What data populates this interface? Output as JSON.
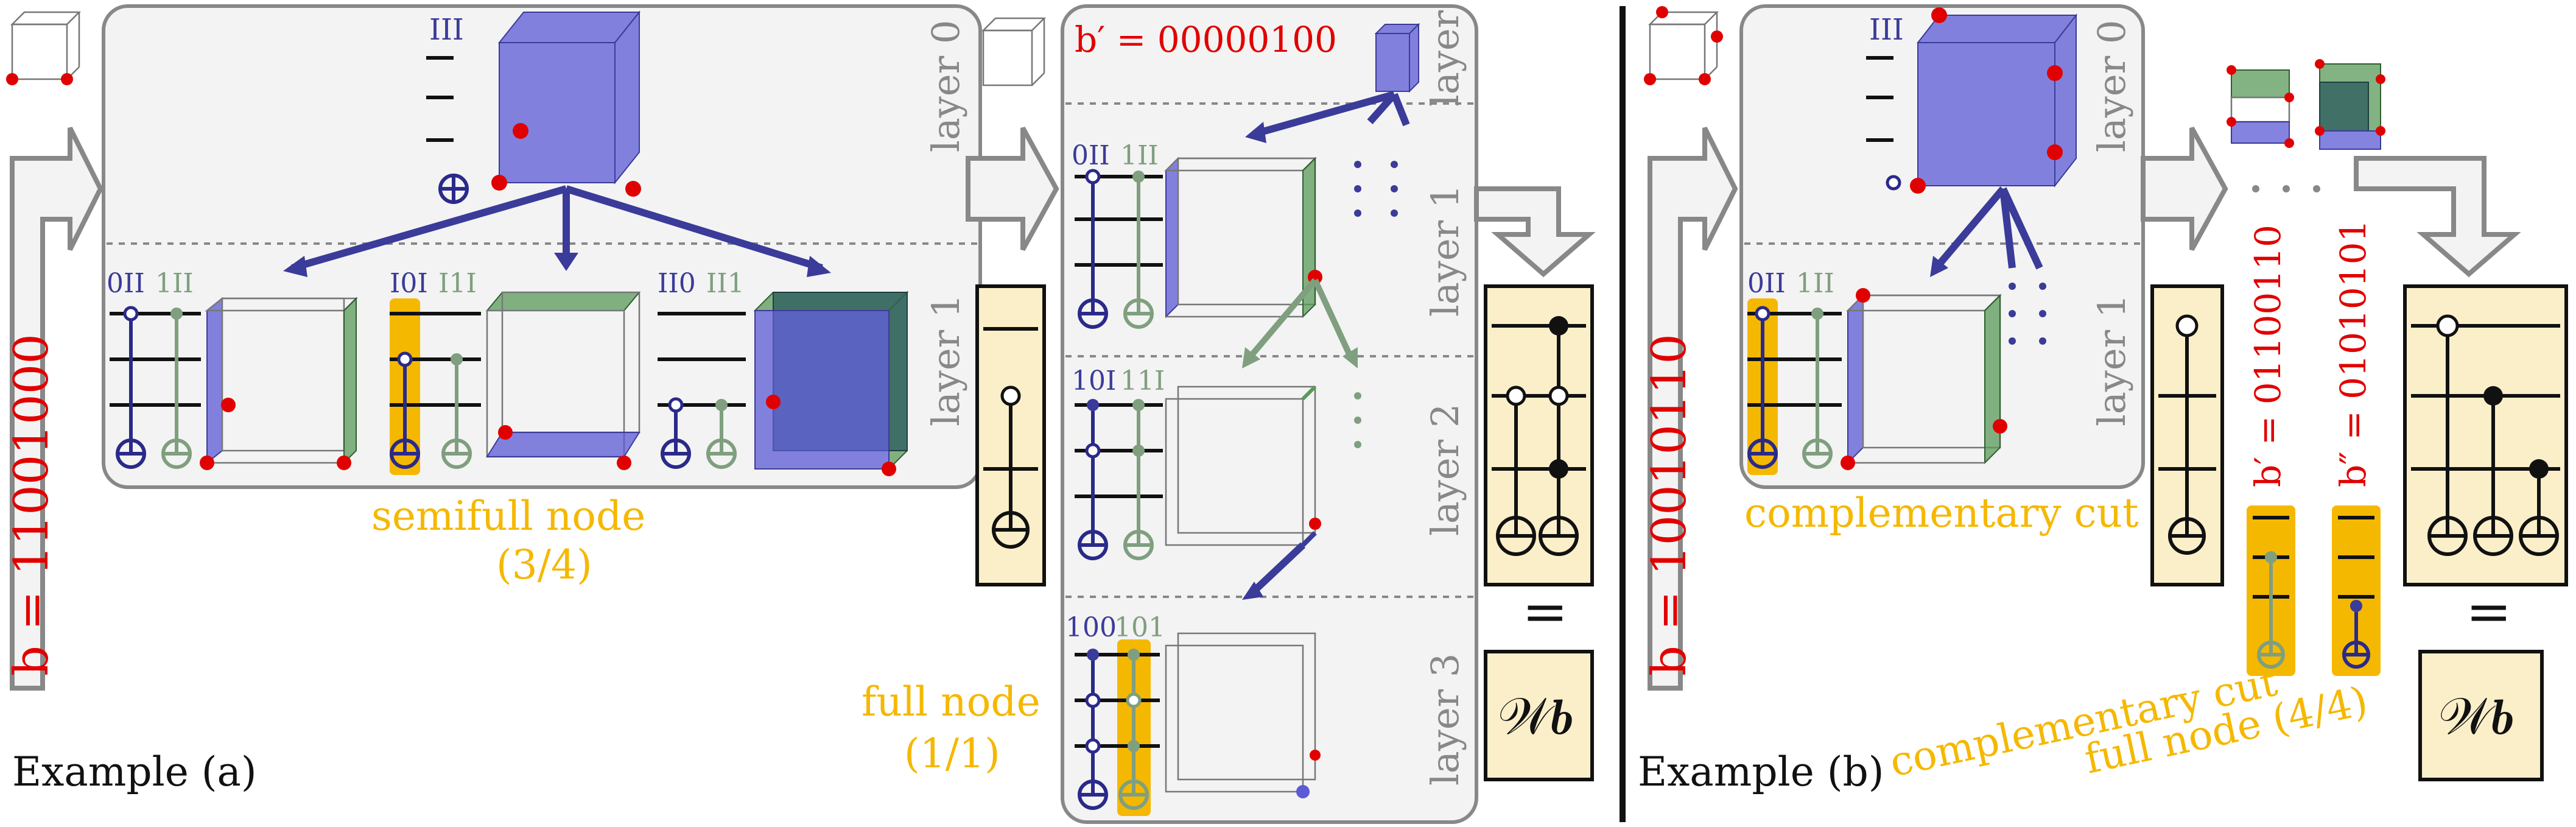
{
  "example_a": {
    "label": "Example (a)",
    "b_label": "b = 11001000",
    "b_prime": "b′ = 00000100",
    "layer0": "layer 0",
    "layer1": "layer 1",
    "layer2": "layer 2",
    "layer3": "layer 3",
    "top_label": "III",
    "children": [
      "0II",
      "1II",
      "I0I",
      "I1I",
      "II0",
      "II1"
    ],
    "semifull": "semifull node",
    "semifull_ratio": "(3/4)",
    "right_labels": [
      "0II",
      "1II",
      "10I",
      "11I",
      "100",
      "101"
    ],
    "full_node": "full node",
    "full_ratio": "(1/1)",
    "equals": "=",
    "wb": "𝒲𝒃"
  },
  "example_b": {
    "label": "Example (b)",
    "b_label": "b = 10010110",
    "layer0": "layer 0",
    "layer1": "layer 1",
    "top_label": "III",
    "children": [
      "0II",
      "1II"
    ],
    "complementary_cut": "complementary cut",
    "b_prime": "b′ = 01100110",
    "b_dprime": "b″ = 01010101",
    "bottom_line1": "complementary cut",
    "bottom_line2": "full node (4/4)",
    "equals": "=",
    "wb": "𝒲𝒃"
  },
  "colors": {
    "blue": "#3b3b9a",
    "green": "#7f9f7f",
    "red": "#e10000",
    "orange": "#f5b800",
    "panel": "#f3f3f3"
  }
}
